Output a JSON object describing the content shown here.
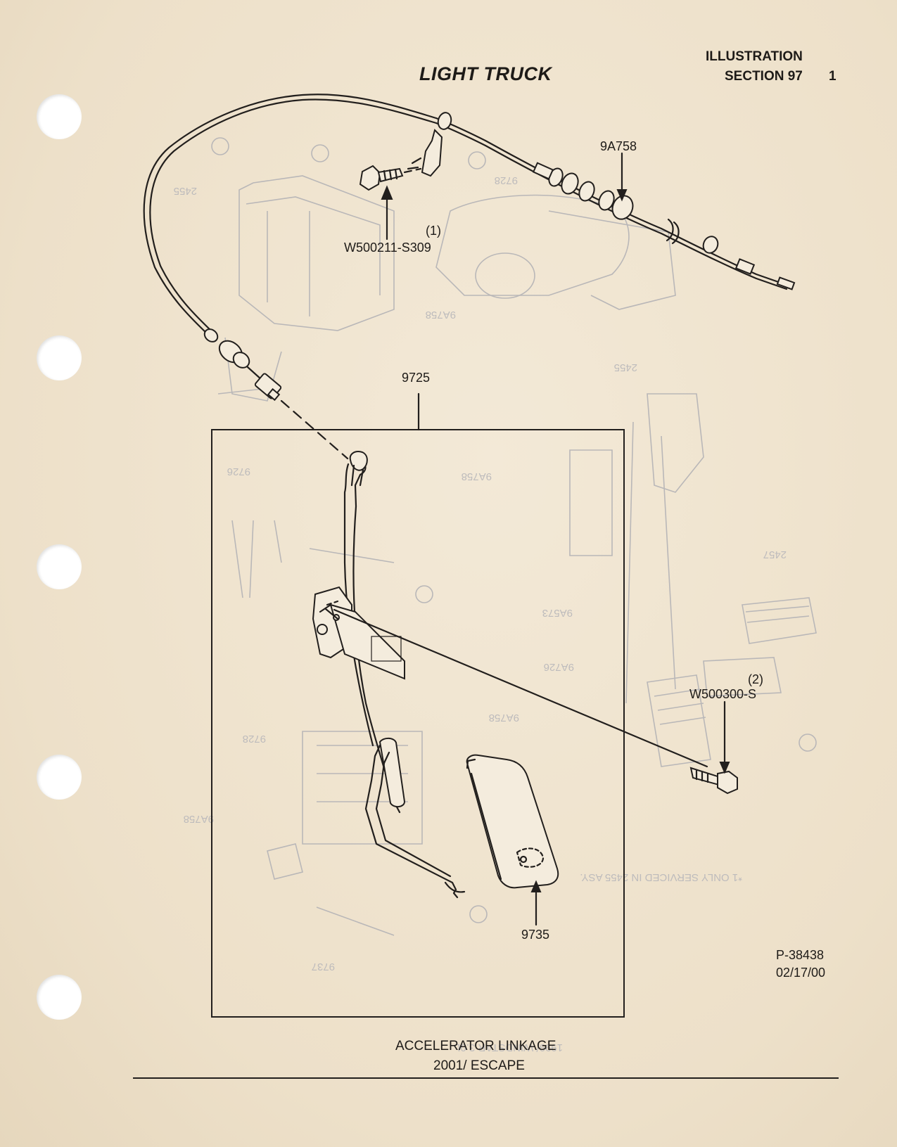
{
  "header": {
    "title": "LIGHT TRUCK",
    "illustration": "ILLUSTRATION",
    "section": "SECTION 97",
    "page_number": "1"
  },
  "callouts": {
    "cable": "9A758",
    "bolt_upper_note": "(1)",
    "bolt_upper": "W500211-S309",
    "pedal_assembly": "9725",
    "bolt_lower_note": "(2)",
    "bolt_lower": "W500300-S",
    "pedal_pad": "9735"
  },
  "reference": {
    "drawing_id": "P-38438",
    "date": "02/17/00"
  },
  "caption": {
    "line1": "ACCELERATOR LINKAGE",
    "line2": "2001/ ESCAPE"
  }
}
